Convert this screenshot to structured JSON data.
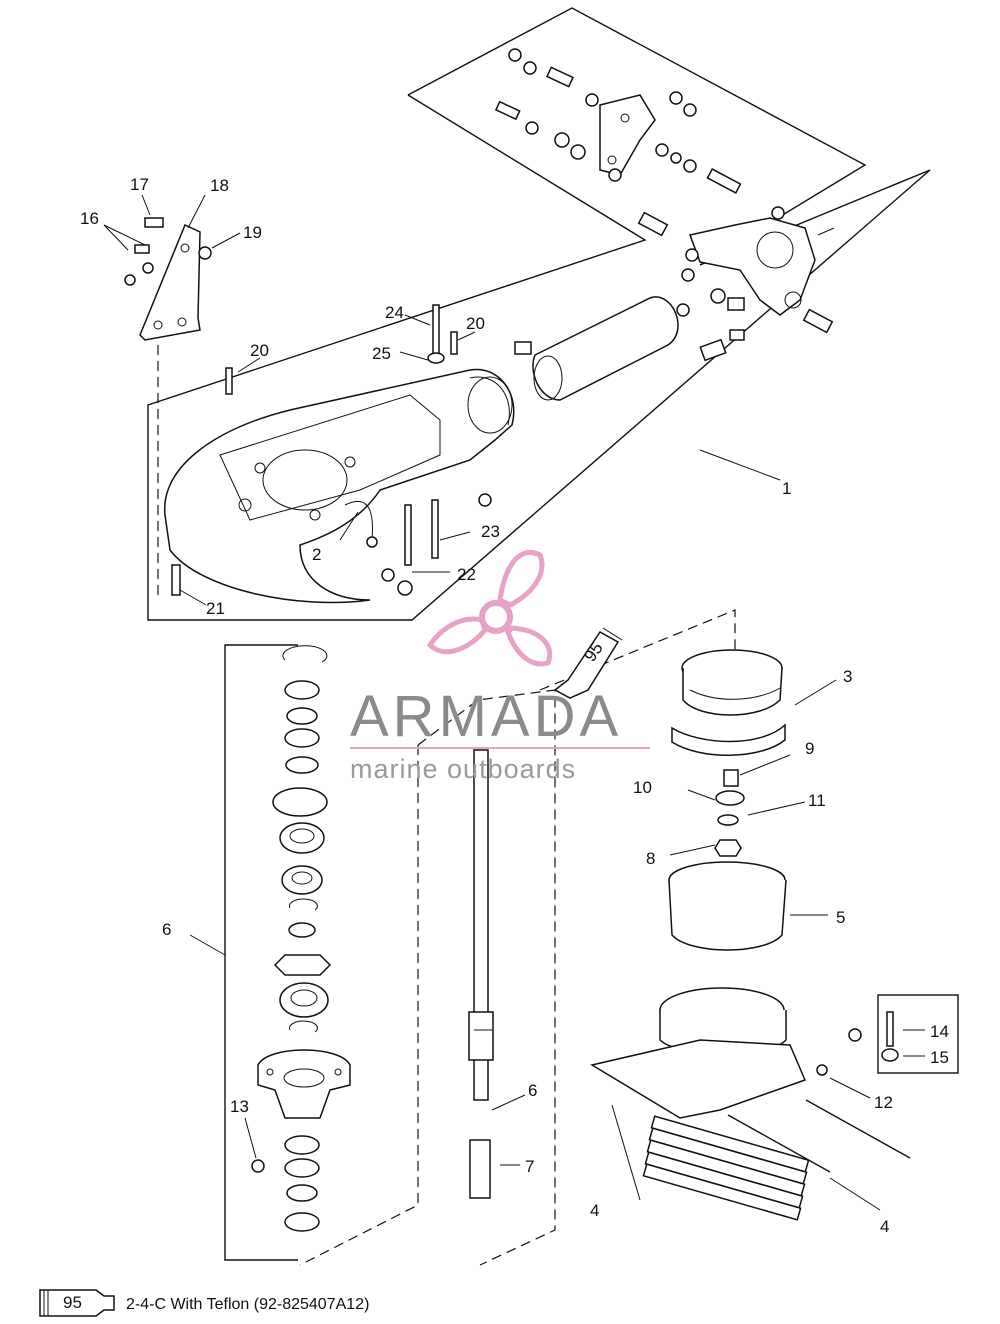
{
  "callouts": [
    "1",
    "2",
    "3",
    "4",
    "4",
    "5",
    "6",
    "6",
    "7",
    "8",
    "9",
    "10",
    "11",
    "12",
    "13",
    "14",
    "15",
    "16",
    "17",
    "18",
    "19",
    "20",
    "20",
    "21",
    "22",
    "23",
    "24",
    "25"
  ],
  "tube_label": "95",
  "footnote": {
    "tube_number": "95",
    "text": "2-4-C  With Teflon (92-825407A12)"
  },
  "watermark": {
    "brand": "ARMADA",
    "tagline": "marine outboards",
    "color": "#e6a3c6"
  }
}
